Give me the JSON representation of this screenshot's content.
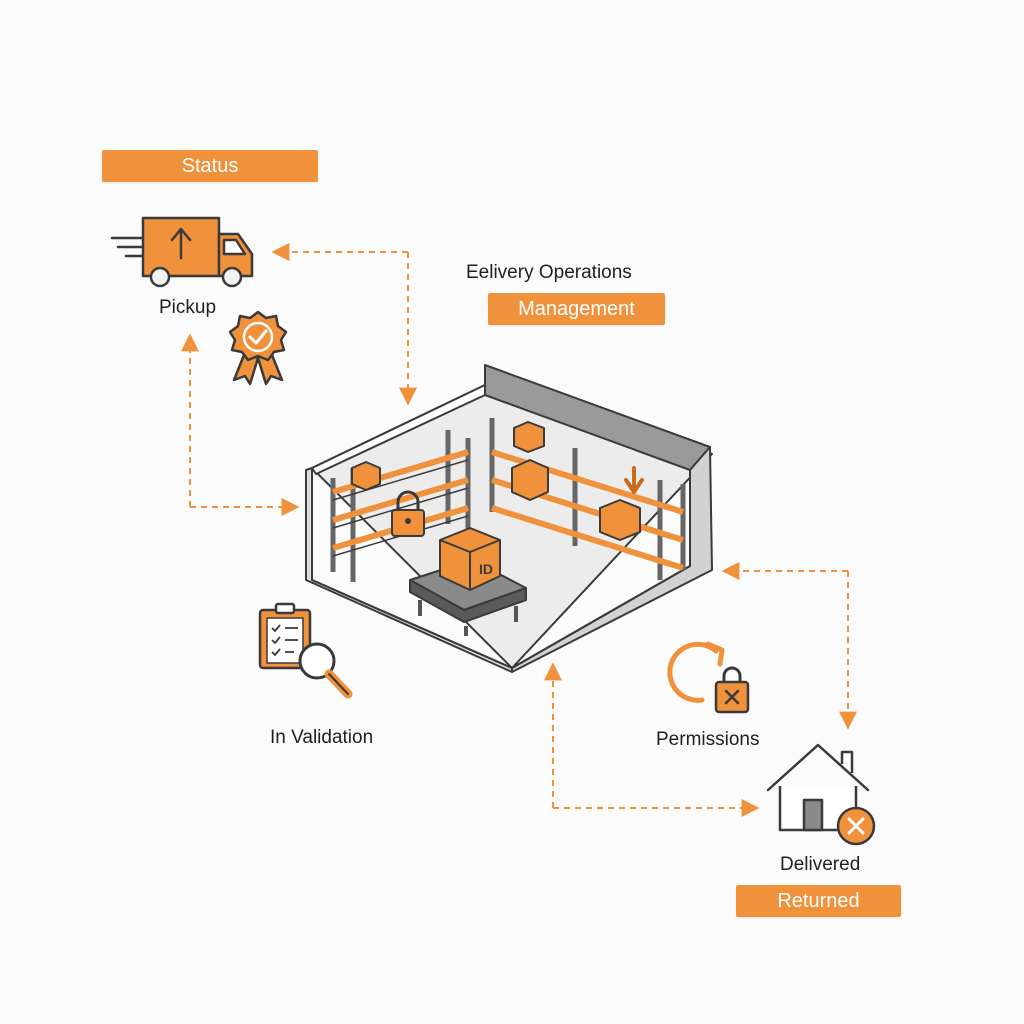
{
  "diagram": {
    "title": "Eelivery Operations",
    "badges": {
      "status": "Status",
      "management": "Management",
      "returned": "Returned"
    },
    "nodes": {
      "pickup": "Pickup",
      "validation": "In Validation",
      "permissions": "Permissions",
      "delivered": "Delivered"
    },
    "box_tag": "ID"
  },
  "colors": {
    "accent": "#f0913c",
    "accent_dark": "#c96a1c",
    "ink": "#3a3a3a",
    "wall": "#e4e4e4",
    "roof": "#9a9a9a",
    "background": "#fbfbfb"
  },
  "icons": [
    "delivery-truck-icon",
    "approval-badge-icon",
    "checklist-search-icon",
    "refresh-lock-icon",
    "house-cancel-icon",
    "warehouse-illustration"
  ]
}
